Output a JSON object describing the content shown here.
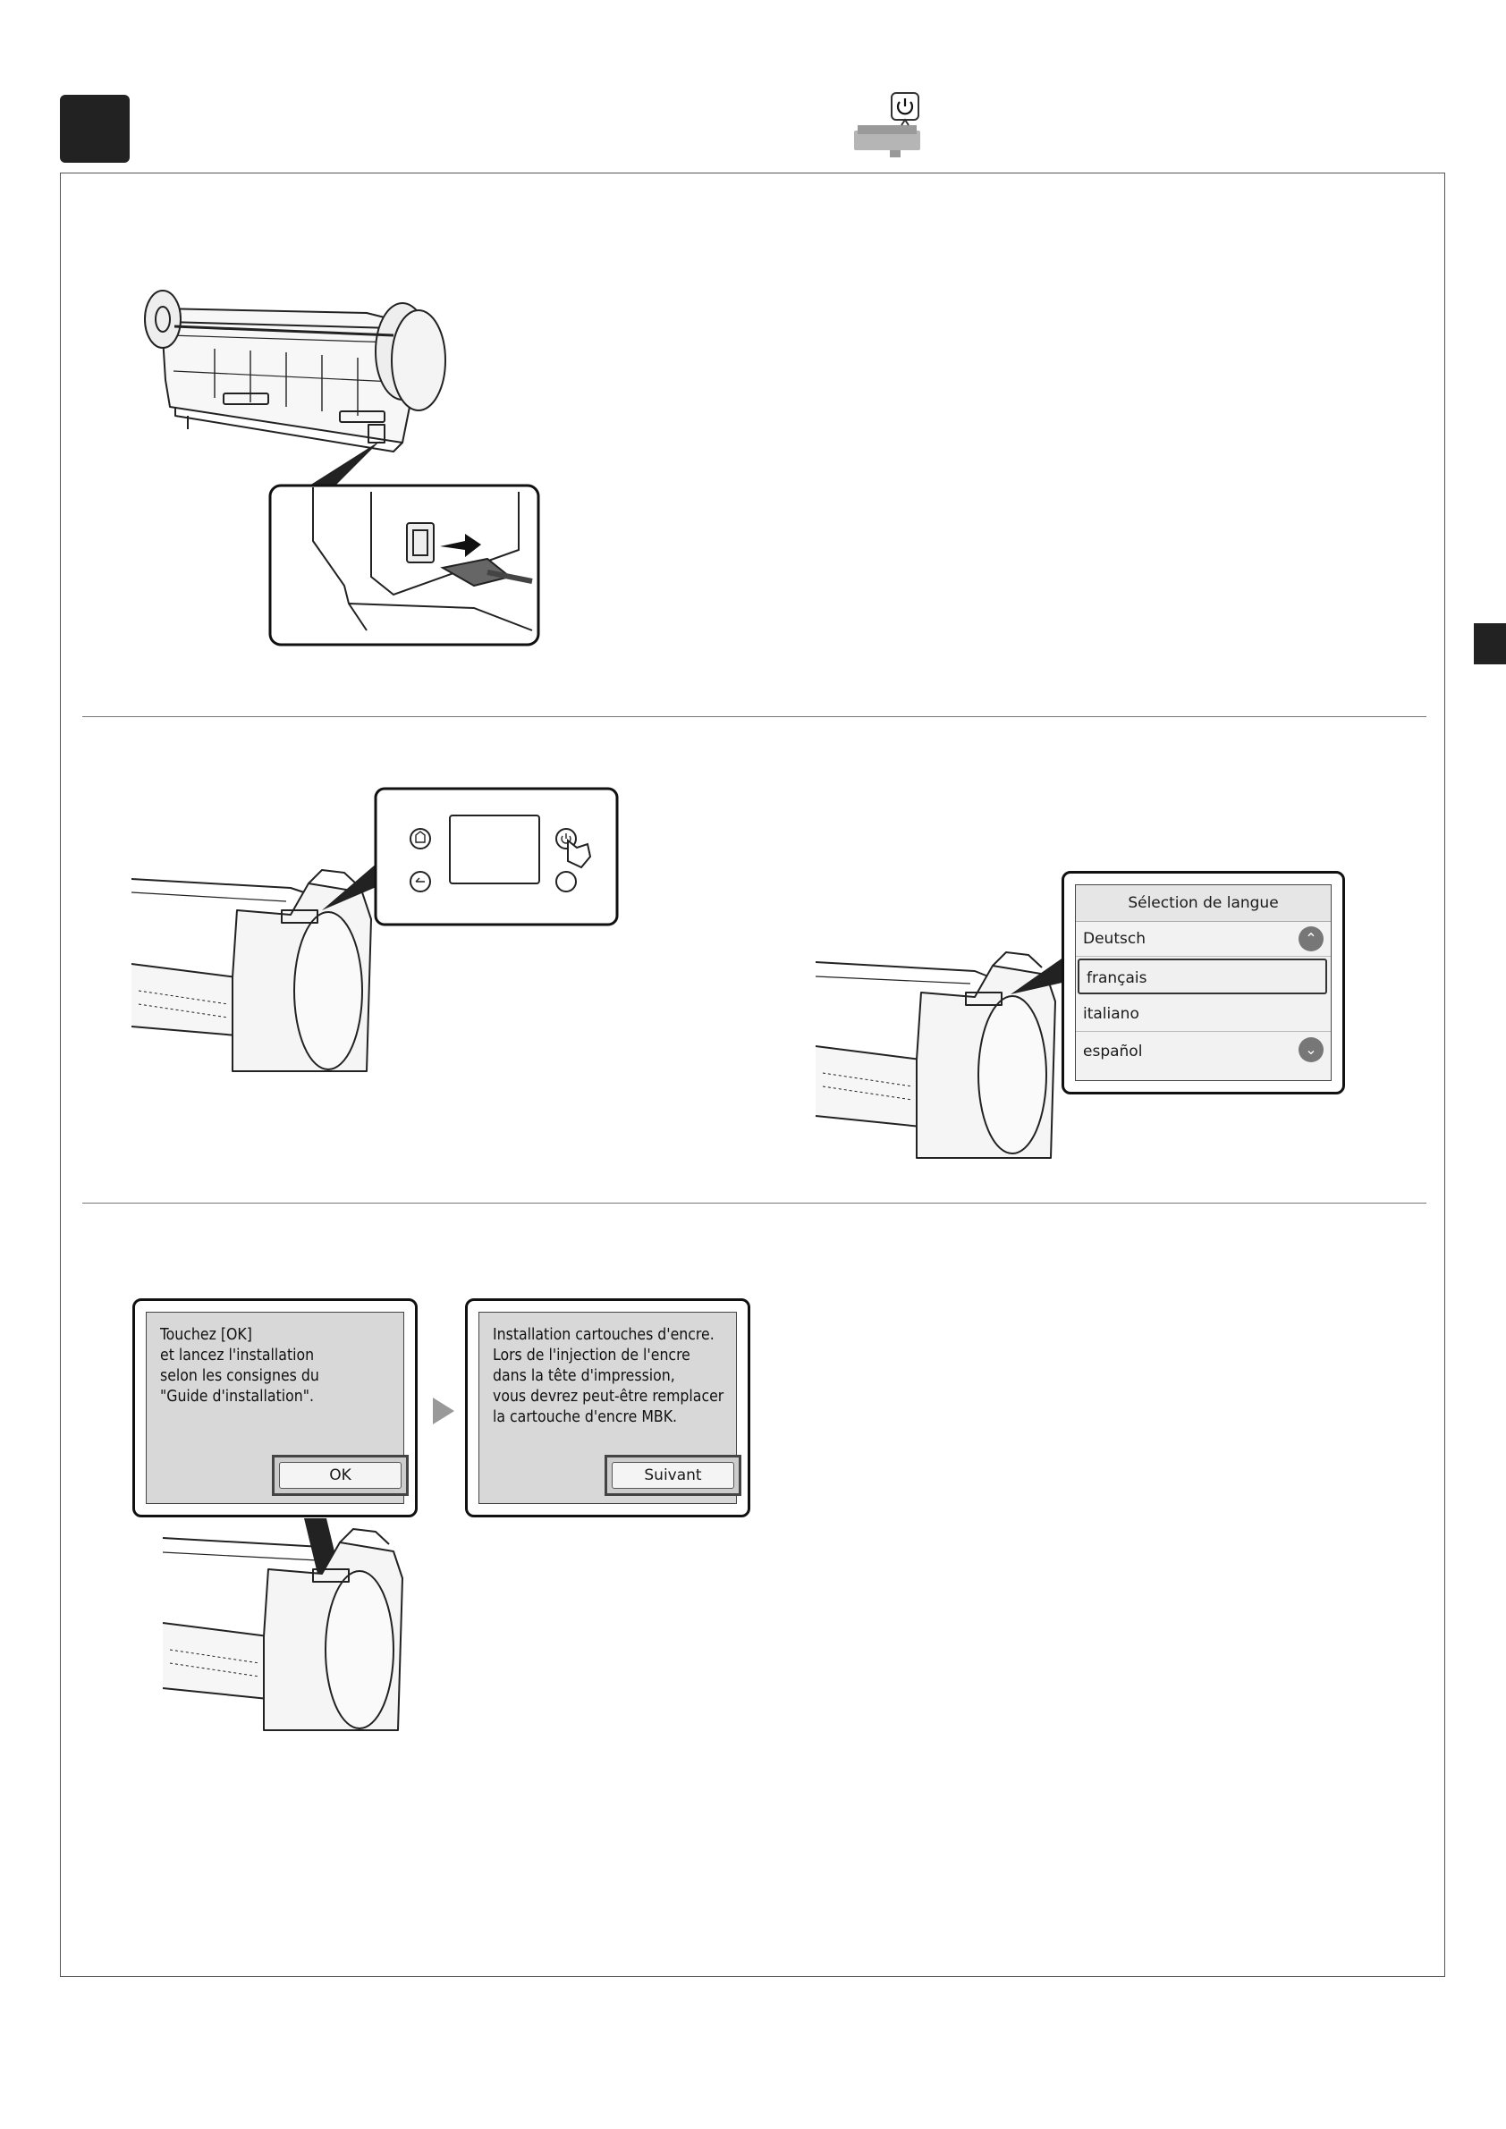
{
  "icons": {
    "step_badge": "step-number-badge",
    "power_hint": "power-button-printer-icon",
    "side_tab": "language-section-tab"
  },
  "language_screen": {
    "title": "Sélection de langue",
    "items": [
      "Deutsch",
      "français",
      "italiano",
      "español"
    ],
    "selected": "français",
    "scroll_up_icon": "chevron-up-icon",
    "scroll_down_icon": "chevron-down-icon"
  },
  "screen_ok": {
    "message": "Touchez [OK]\net lancez l'installation\nselon les consignes du\n\"Guide d'installation\".",
    "button_label": "OK"
  },
  "screen_next": {
    "message": "Installation cartouches d'encre.\nLors de l'injection de l'encre\ndans la tête d'impression,\nvous devrez peut-être remplacer\nla cartouche d'encre MBK.",
    "button_label": "Suivant"
  },
  "colors": {
    "badge": "#222222",
    "screen_bg": "#d8d8d8",
    "divider": "#777777"
  }
}
